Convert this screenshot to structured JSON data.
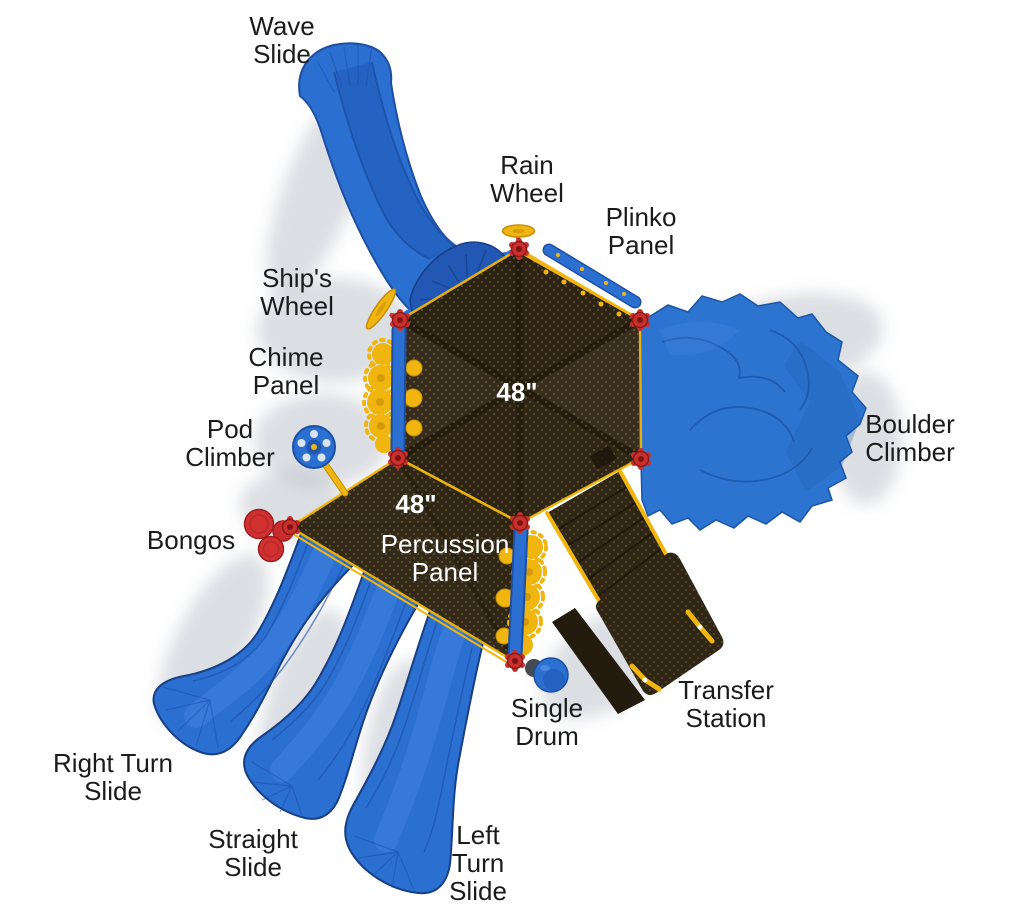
{
  "labels": {
    "wave_slide": "Wave\nSlide",
    "rain_wheel": "Rain\nWheel",
    "plinko_panel": "Plinko\nPanel",
    "ships_wheel": "Ship's\nWheel",
    "chime_panel": "Chime\nPanel",
    "pod_climber": "Pod\nClimber",
    "bongos": "Bongos",
    "right_turn_slide": "Right Turn\nSlide",
    "straight_slide": "Straight\nSlide",
    "left_turn_slide": "Left\nTurn\nSlide",
    "single_drum": "Single\nDrum",
    "transfer_station": "Transfer\nStation",
    "boulder_climber": "Boulder\nClimber",
    "percussion_panel": "Percussion\nPanel",
    "upper_deck_height": "48\"",
    "lower_deck_height": "48\""
  },
  "colors": {
    "slide_blue": "#2b6fd1",
    "slide_blue_dark": "#1c4fa3",
    "slide_blue_light": "#4686e2",
    "deck_brown": "#2f2616",
    "deck_brown_dark": "#211a0c",
    "deck_dot": "#b99a55",
    "edge_yellow": "#f0b50e",
    "edge_yellow_dark": "#c78f06",
    "post_red": "#c8302d",
    "boulder_blue": "#2d74d0",
    "label_black": "#1b1b1b",
    "shadow_gray": "#aab0bc"
  }
}
